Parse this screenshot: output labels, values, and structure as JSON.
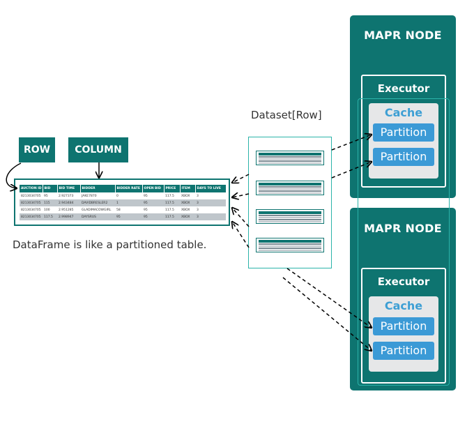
{
  "nodes": [
    {
      "title": "MAPR NODE",
      "executor": "Executor",
      "cache": "Cache",
      "partitions": [
        "Partition",
        "Partition"
      ]
    },
    {
      "title": "MAPR NODE",
      "executor": "Executor",
      "cache": "Cache",
      "partitions": [
        "Partition",
        "Partition"
      ]
    }
  ],
  "labels": {
    "row": "ROW",
    "column": "COLUMN"
  },
  "dataset_title": "Dataset[Row]",
  "caption": "DataFrame is like a partitioned table.",
  "table": {
    "headers": [
      "AUCTION ID",
      "BID",
      "BID TIME",
      "BIDDER",
      "BIDDER RATE",
      "OPEN BID",
      "PRICE",
      "ITEM",
      "DAYS TO LIVE"
    ],
    "rows": [
      [
        "8213034705",
        "95",
        "2.927373",
        "JAKE7870",
        "0",
        "95",
        "117.5",
        "XBOX",
        "3"
      ],
      [
        "8213034705",
        "115",
        "2.943484",
        "DAVIDBRESLER2",
        "1",
        "95",
        "117.5",
        "XBOX",
        "3"
      ],
      [
        "8213034705",
        "100",
        "2.951285",
        "GLADIMACOWGIRL",
        "58",
        "95",
        "117.5",
        "XBOX",
        "3"
      ],
      [
        "8213034705",
        "117.5",
        "2.998947",
        "DAYSRUS",
        "95",
        "95",
        "117.5",
        "XBOX",
        "3"
      ]
    ]
  },
  "colors": {
    "teal": "#0e7470",
    "partition": "#3b9ad6",
    "cache_bg": "#e6e7e8",
    "outline": "#2bb3a9"
  }
}
